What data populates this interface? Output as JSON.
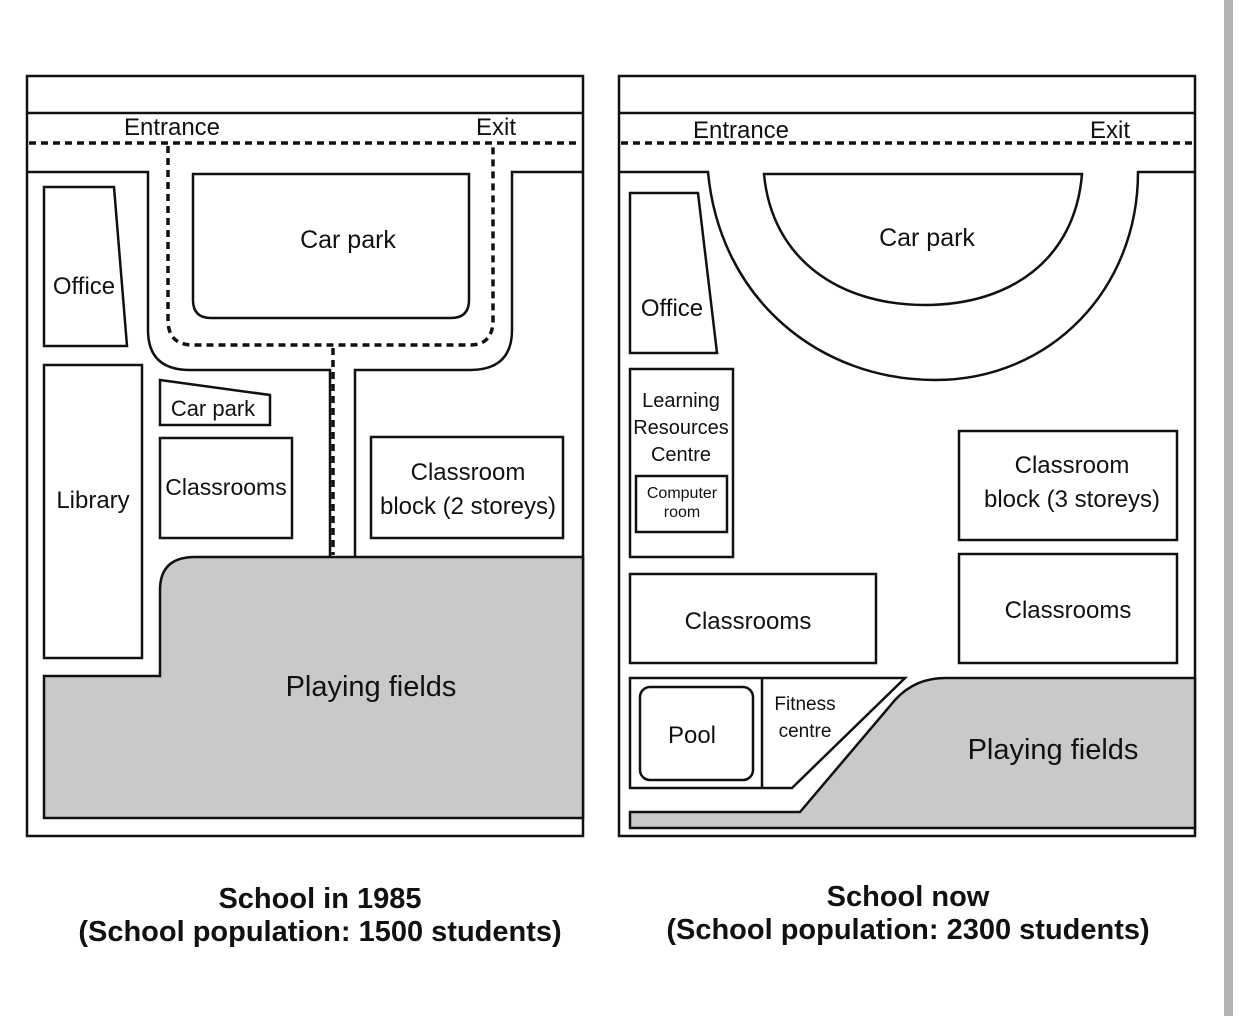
{
  "colors": {
    "field": "#c9c9c9",
    "line": "#111111",
    "scrollbar": "#b3b3b3"
  },
  "map_1985": {
    "entrance": "Entrance",
    "exit": "Exit",
    "car_park_main": "Car park",
    "office": "Office",
    "car_park_small": "Car park",
    "library": "Library",
    "classrooms": "Classrooms",
    "classroom_block_line1": "Classroom",
    "classroom_block_line2": "block (2 storeys)",
    "playing_fields": "Playing fields",
    "caption_line1": "School in 1985",
    "caption_line2": "(School population: 1500 students)"
  },
  "map_now": {
    "entrance": "Entrance",
    "exit": "Exit",
    "car_park": "Car park",
    "office": "Office",
    "lrc_line1": "Learning",
    "lrc_line2": "Resources",
    "lrc_line3": "Centre",
    "computer_room_line1": "Computer",
    "computer_room_line2": "room",
    "classrooms_left": "Classrooms",
    "classroom_block_line1": "Classroom",
    "classroom_block_line2": "block (3 storeys)",
    "classrooms_right": "Classrooms",
    "pool": "Pool",
    "fitness_line1": "Fitness",
    "fitness_line2": "centre",
    "playing_fields": "Playing fields",
    "caption_line1": "School now",
    "caption_line2": "(School population: 2300 students)"
  }
}
